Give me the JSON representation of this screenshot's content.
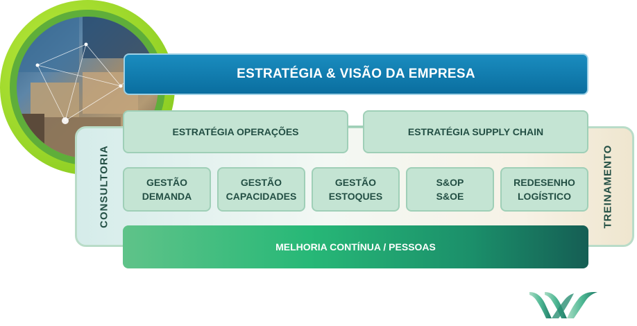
{
  "banner": {
    "title": "ESTRATÉGIA & VISÃO DA EMPRESA"
  },
  "strategy": {
    "operations": "ESTRATÉGIA OPERAÇÕES",
    "supply_chain": "ESTRATÉGIA SUPPLY CHAIN"
  },
  "modules": [
    {
      "line1": "GESTÃO",
      "line2": "DEMANDA"
    },
    {
      "line1": "GESTÃO",
      "line2": "CAPACIDADES"
    },
    {
      "line1": "GESTÃO",
      "line2": "ESTOQUES"
    },
    {
      "line1": "S&OP",
      "line2": "S&OE"
    },
    {
      "line1": "REDESENHO",
      "line2": "LOGÍSTICO"
    }
  ],
  "bottom": {
    "label": "MELHORIA CONTÍNUA / PESSOAS"
  },
  "sides": {
    "left": "CONSULTORIA",
    "right": "TREINAMENTO"
  },
  "colors": {
    "banner_blue": "#0a6e9f",
    "box_green": "#c4e4d3",
    "ring_lime": "#9bd72a",
    "bar_dark_green": "#155e54"
  },
  "icons": {
    "logo": "brand-logo-icon",
    "photo": "logistics-globe-photo"
  }
}
